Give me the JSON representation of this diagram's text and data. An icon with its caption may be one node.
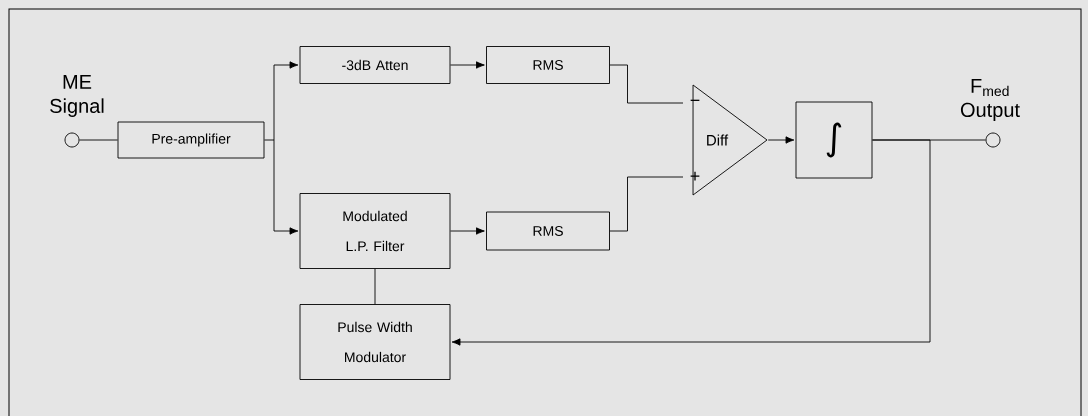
{
  "diagram": {
    "nodes": [
      {
        "text": [],
        "shape": "circle",
        "beside": [
          "ME Signal"
        ]
      },
      {
        "text": [
          "Pre-amplifier"
        ]
      },
      {
        "text": [
          "-3dB Atten"
        ]
      },
      {
        "text": [
          "RMS"
        ]
      },
      {
        "text": [
          "Modulated L.P. Filter"
        ]
      },
      {
        "text": [
          "RMS"
        ]
      },
      {
        "text": [
          "Diff"
        ]
      },
      {
        "text": [
          "∫"
        ]
      },
      {
        "text": [],
        "shape": "circle",
        "beside": [
          "F$_{med}$ Output"
        ]
      },
      {
        "text": [
          "Pulse Width Modulator"
        ]
      }
    ],
    "edges": [
      {
        "from": 0,
        "to": 1,
        "arrow": "none"
      },
      {
        "from": 1,
        "to": 2,
        "arrow": "to"
      },
      {
        "from": 1,
        "to": 4,
        "arrow": "to"
      },
      {
        "from": 2,
        "to": 3,
        "arrow": "to"
      },
      {
        "from": 4,
        "to": 5,
        "arrow": "to"
      },
      {
        "from": 3,
        "to": 6,
        "arrow": "none"
      },
      {
        "from": 5,
        "to": 6,
        "arrow": "none"
      },
      {
        "from": 6,
        "to": 7,
        "arrow": "to"
      },
      {
        "from": 7,
        "to": 8,
        "arrow": "none"
      },
      {
        "from": 7,
        "to": 9,
        "arrow": "to"
      },
      {
        "from": 4,
        "to": 9,
        "arrow": "none"
      }
    ],
    "labels": [
      "−",
      "+"
    ]
  }
}
